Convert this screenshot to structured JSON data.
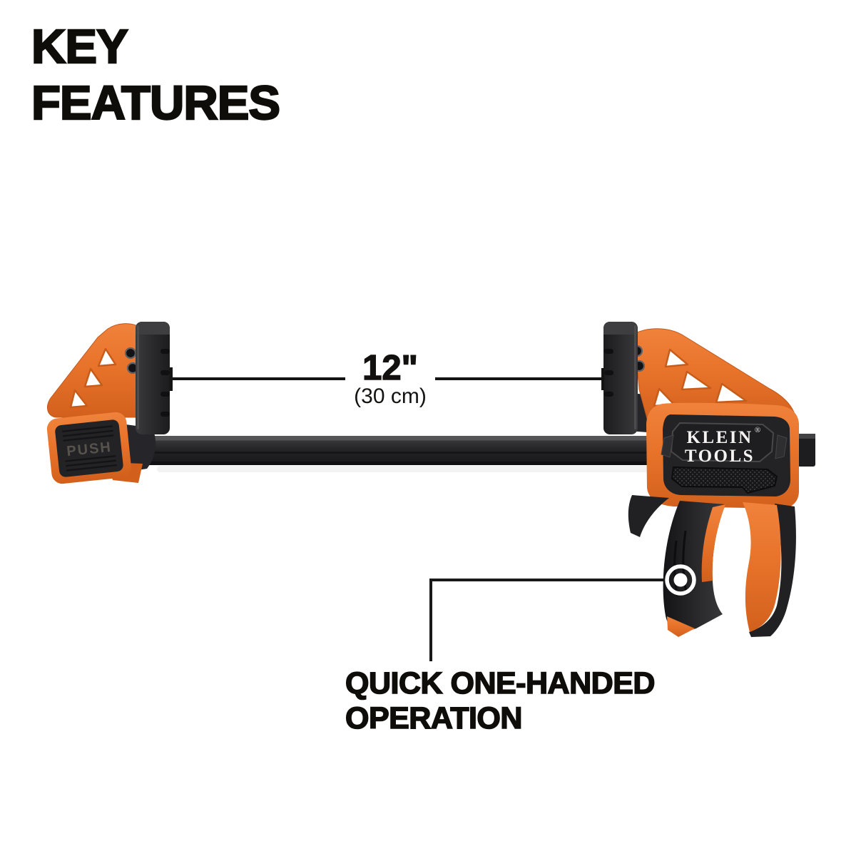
{
  "header": {
    "title": "KEY\nFEATURES"
  },
  "dimension_callout": {
    "value_imperial": "12\"",
    "value_metric": "(30 cm)"
  },
  "feature_callout": {
    "label": "QUICK ONE-HANDED\nOPERATION"
  },
  "product": {
    "type": "quick-grip bar clamp",
    "brand_line1": "KLEIN",
    "brand_line2": "TOOLS",
    "registered_mark": "®",
    "push_label": "PUSH"
  },
  "colors": {
    "background": "#ffffff",
    "text": "#0f0d0a",
    "brand_orange": "#e8732b",
    "orange_highlight": "#f0823b",
    "orange_shadow": "#d2601c",
    "molding_black": "#232326",
    "rail_black": "#212123",
    "logo_text": "#f4f3f1",
    "push_text": "#57524c",
    "callout_line": "#191919"
  }
}
